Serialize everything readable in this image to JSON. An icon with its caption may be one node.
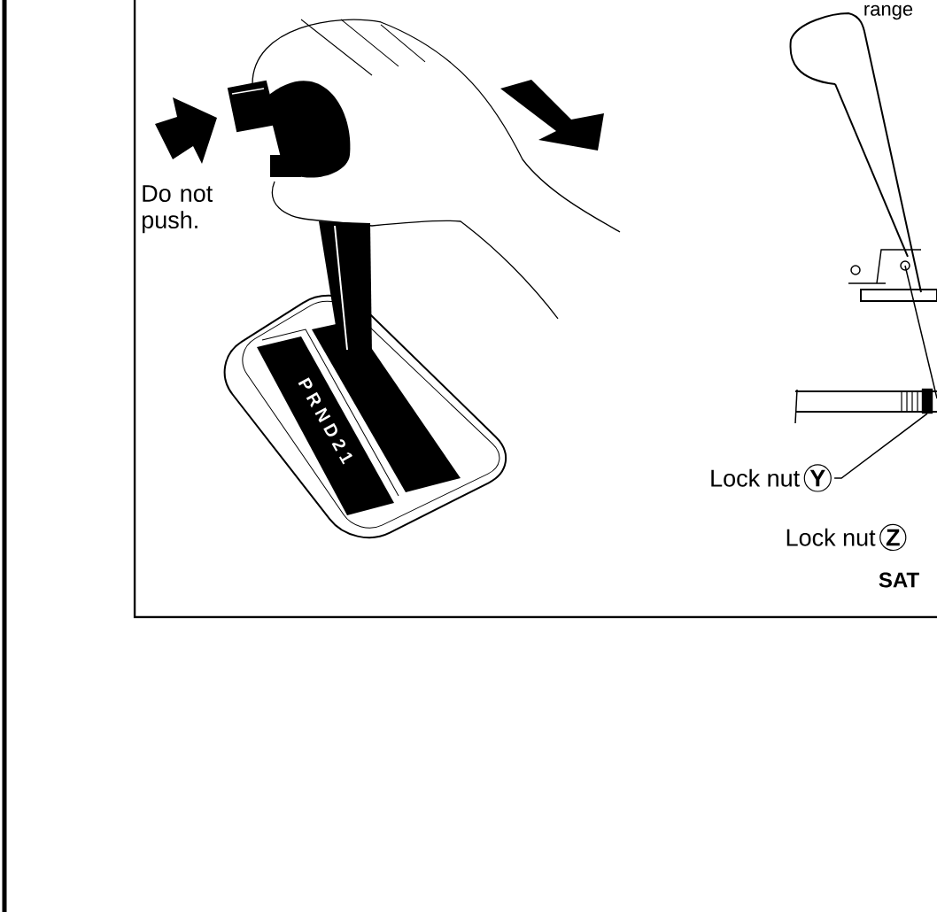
{
  "diagram": {
    "nodes": [
      {
        "text": [
          "Lock nut",
          "Y"
        ]
      },
      {
        "text": [],
        "shape": "box"
      },
      {
        "text": [
          "Lock nut",
          "Z"
        ]
      }
    ],
    "edges": [
      {
        "from": 0,
        "to": 1,
        "arrow": "none"
      }
    ],
    "labels": [
      "range",
      "Do not push.",
      "P R N D 2 1",
      "SAT"
    ]
  }
}
